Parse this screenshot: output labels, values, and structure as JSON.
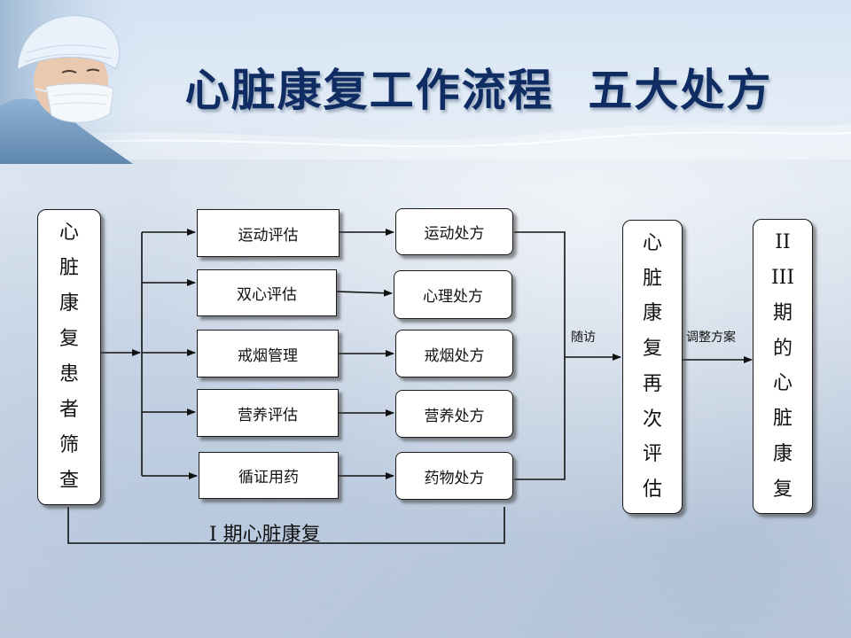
{
  "title": "心脏康复工作流程  五大处方",
  "screening": {
    "label_chars": [
      "心",
      "脏",
      "康",
      "复",
      "患",
      "者",
      "筛",
      "查"
    ]
  },
  "assessments": [
    {
      "label": "运动评估"
    },
    {
      "label": "双心评估"
    },
    {
      "label": "戒烟管理"
    },
    {
      "label": "营养评估"
    },
    {
      "label": "循证用药"
    }
  ],
  "prescriptions": [
    {
      "label": "运动处方"
    },
    {
      "label": "心理处方"
    },
    {
      "label": "戒烟处方"
    },
    {
      "label": "营养处方"
    },
    {
      "label": "药物处方"
    }
  ],
  "reassessment": {
    "label_chars": [
      "心",
      "脏",
      "康",
      "复",
      "再",
      "次",
      "评",
      "估"
    ]
  },
  "phase23": {
    "label_chars": [
      "II",
      "III",
      "期",
      "的",
      "心",
      "脏",
      "康",
      "复"
    ]
  },
  "edge_labels": {
    "followup": "随访",
    "adjust": "调整方案"
  },
  "phase1_label": "I 期心脏康复"
}
